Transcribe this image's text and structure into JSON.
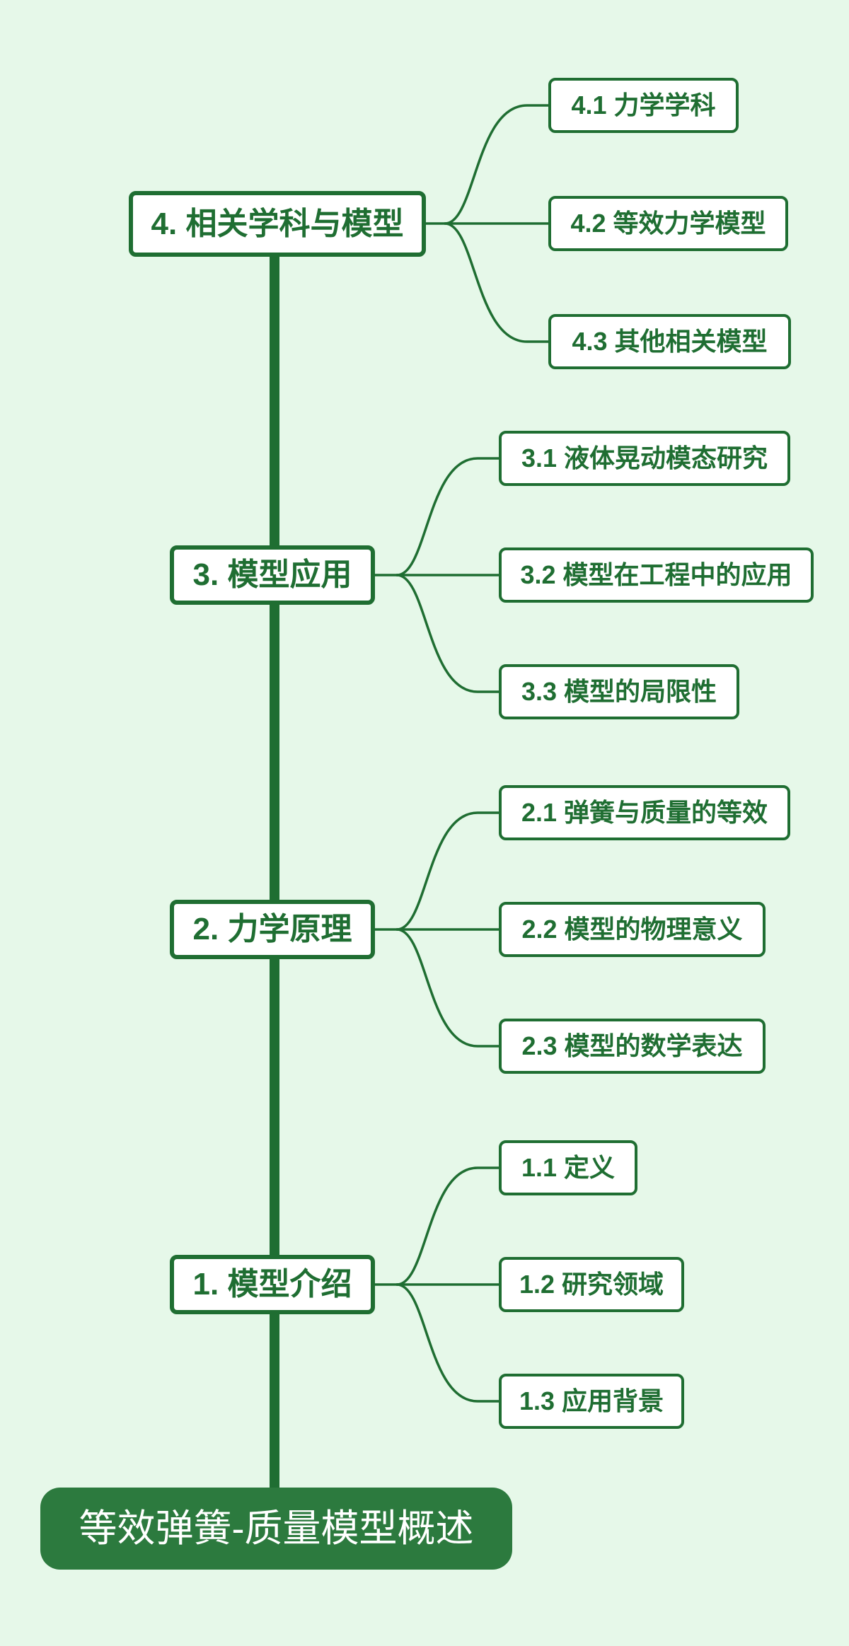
{
  "title": "等效弹簧-质量模型概述",
  "colors": {
    "background": "#e6f8e9",
    "line_green": "#1f6e32",
    "node_border_green": "#1f6e32",
    "node_text_green": "#1f6e32",
    "node_fill": "#ffffff",
    "root_fill": "#2c7a3e",
    "root_text": "#ffffff"
  },
  "root": {
    "label": "等效弹簧-质量模型概述"
  },
  "sections": [
    {
      "label": "4. 相关学科与模型",
      "children": [
        {
          "label": "4.1 力学学科"
        },
        {
          "label": "4.2 等效力学模型"
        },
        {
          "label": "4.3 其他相关模型"
        }
      ]
    },
    {
      "label": "3. 模型应用",
      "children": [
        {
          "label": "3.1 液体晃动模态研究"
        },
        {
          "label": "3.2 模型在工程中的应用"
        },
        {
          "label": "3.3 模型的局限性"
        }
      ]
    },
    {
      "label": "2. 力学原理",
      "children": [
        {
          "label": "2.1 弹簧与质量的等效"
        },
        {
          "label": "2.2 模型的物理意义"
        },
        {
          "label": "2.3 模型的数学表达"
        }
      ]
    },
    {
      "label": "1. 模型介绍",
      "children": [
        {
          "label": "1.1 定义"
        },
        {
          "label": "1.2 研究领域"
        },
        {
          "label": "1.3 应用背景"
        }
      ]
    }
  ]
}
